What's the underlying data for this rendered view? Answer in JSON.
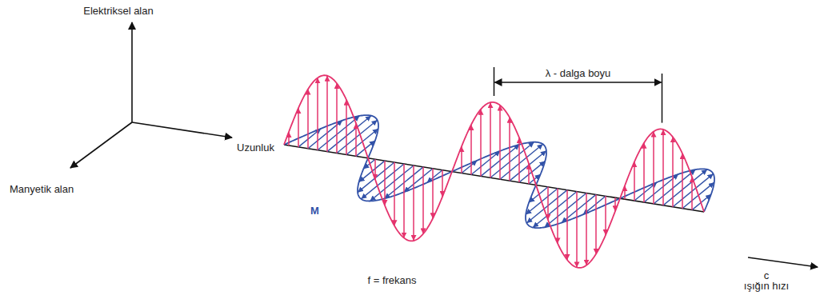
{
  "diagram": {
    "labels": [
      "Elektriksel alan",
      "Manyetik alan",
      "Uzunluk",
      "λ - dalga boyu",
      "M",
      "f = frekans",
      "c",
      "ışığın hızı"
    ]
  }
}
